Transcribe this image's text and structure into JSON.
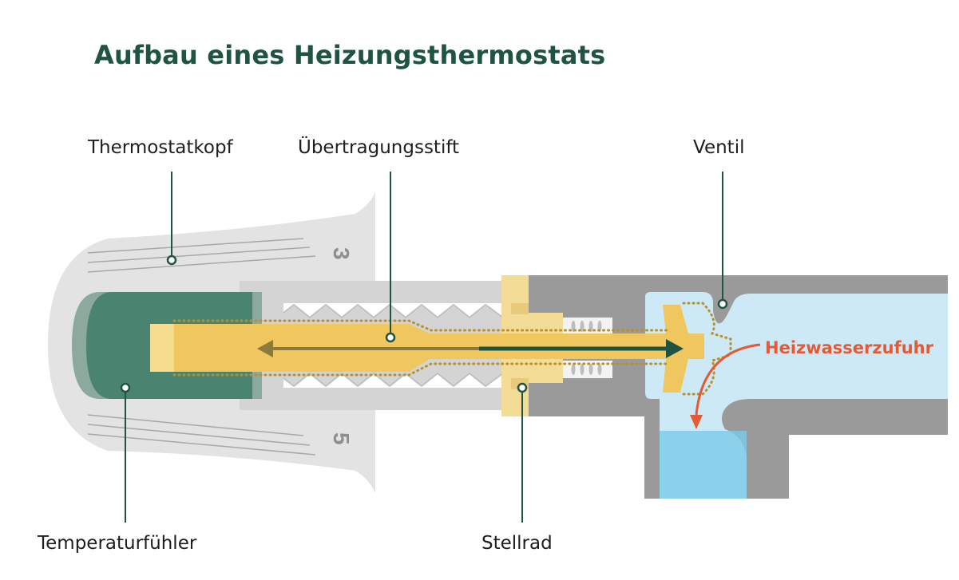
{
  "title": "Aufbau eines Heizungsthermostats",
  "labels": {
    "thermostatkopf": "Thermostatkopf",
    "uebertragungsstift": "Übertragungsstift",
    "ventil": "Ventil",
    "heizwasserzufuhr": "Heizwasserzufuhr",
    "temperaturfuehler": "Temperaturfühler",
    "stellrad": "Stellrad"
  },
  "dial_numbers": {
    "top": "3",
    "bottom": "5"
  },
  "colors": {
    "title": "#1f5443",
    "leader": "#1f5443",
    "head_gray": "#e3e3e3",
    "sensor_green": "#4a8470",
    "pin_yellow": "#f0c75e",
    "nut_yellow": "#f3dc95",
    "valve_body": "#9a9a9a",
    "water_blue": "#cde9f5",
    "water_flow": "#7ccbe9",
    "arrow_orange": "#e25a36"
  }
}
